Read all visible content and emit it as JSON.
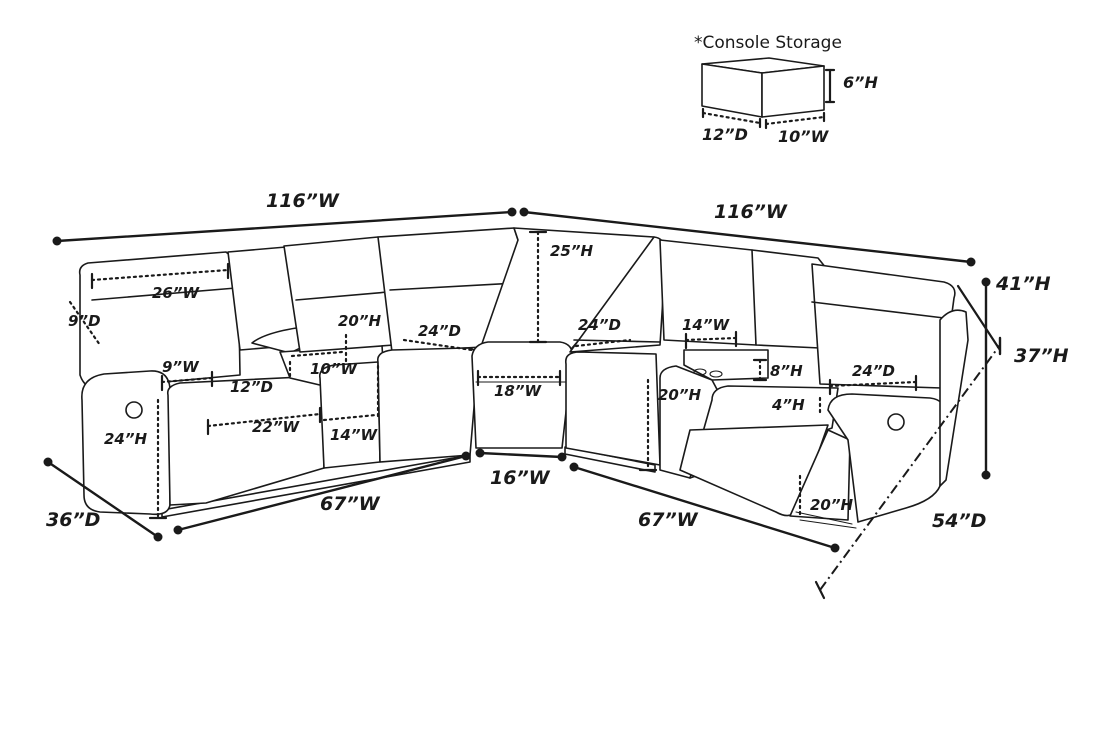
{
  "console_storage": {
    "title": "*Console Storage",
    "height": "6”H",
    "depth": "12”D",
    "width": "10”W"
  },
  "overall": {
    "left_width": "116”W",
    "right_width": "116”W",
    "back_height": "41”H",
    "arm_height": "37”H",
    "left_depth": "36”D",
    "right_depth": "54”D"
  },
  "left_section": {
    "back_width": "26”W",
    "arm_depth": "9”D",
    "arm_width": "9”W",
    "arm_height": "24”H",
    "seat_width": "22”W",
    "base_width": "67”W",
    "console_depth": "12”D",
    "console_height": "20”H",
    "console_width": "10”W",
    "console_seat_width": "14”W",
    "seat_depth": "24”D"
  },
  "corner": {
    "back_height": "25”H",
    "seat_width": "18”W",
    "base_width": "16”W"
  },
  "right_section": {
    "seat_depth_a": "24”D",
    "console_width": "14”W",
    "console_height": "8”H",
    "seat_height": "20”H",
    "arm_height": "4”H",
    "seat_depth_b": "24”D",
    "footrest_height": "20”H",
    "base_width": "67”W"
  }
}
